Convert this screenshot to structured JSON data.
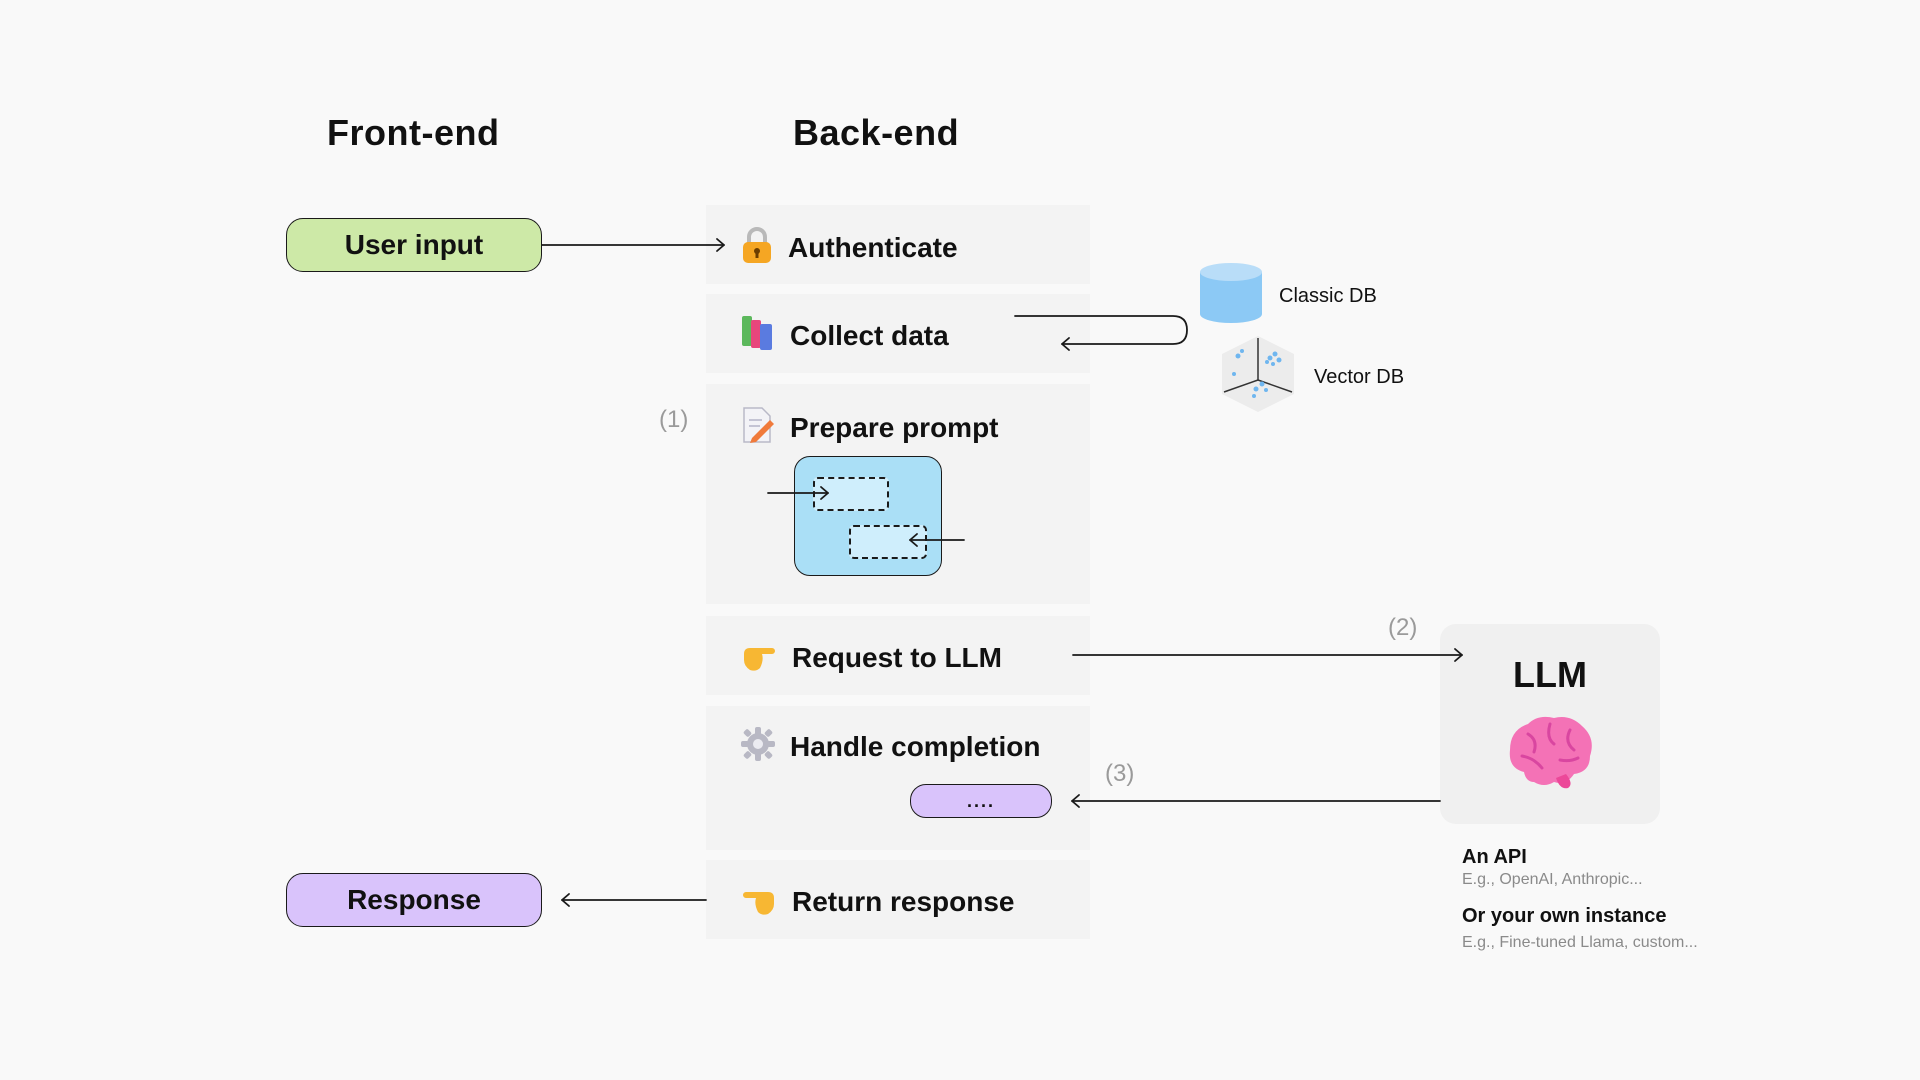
{
  "columns": {
    "frontend": "Front-end",
    "backend": "Back-end"
  },
  "frontend": {
    "user_input": "User input",
    "response": "Response"
  },
  "steps": {
    "authenticate": "Authenticate",
    "collect_data": "Collect data",
    "prepare_prompt": "Prepare prompt",
    "request_llm": "Request to LLM",
    "handle_completion": "Handle completion",
    "return_response": "Return response"
  },
  "markers": {
    "m1": "(1)",
    "m2": "(2)",
    "m3": "(3)"
  },
  "databases": {
    "classic": "Classic DB",
    "vector": "Vector DB"
  },
  "llm": {
    "title": "LLM",
    "api_title": "An API",
    "api_sub": "E.g., OpenAI, Anthropic...",
    "own_title": "Or your own instance",
    "own_sub": "E.g., Fine-tuned Llama, custom..."
  },
  "completion_chip": "....",
  "icons": {
    "authenticate": "lock-icon",
    "collect_data": "books-icon",
    "prepare_prompt": "memo-pencil-icon",
    "request_llm": "pointing-hand-icon",
    "handle_completion": "gear-icon",
    "return_response": "pointing-hand-icon",
    "llm": "brain-icon"
  },
  "colors": {
    "user_input_fill": "#cde9a7",
    "response_fill": "#d9c3fb",
    "prompt_fill": "#aadff6",
    "db_blue": "#8cc9f5"
  }
}
